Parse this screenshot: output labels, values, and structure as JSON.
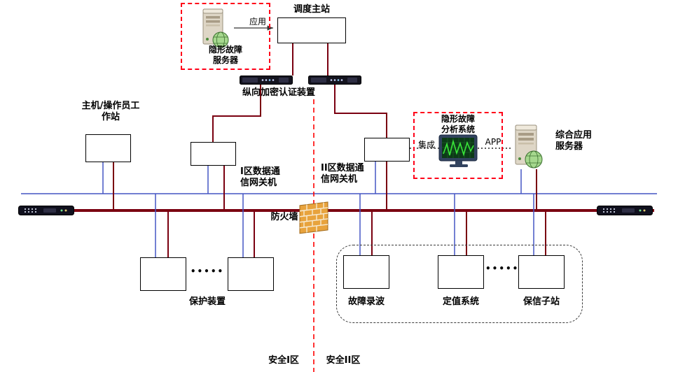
{
  "colors": {
    "bus_blue": "#4455c4",
    "bus_dark_red": "#7a0010",
    "zone_divider_red": "#ff0000",
    "dashed_frame_red": "#ff0018",
    "firewall_orange": "#e8a33d",
    "box_border": "#000000"
  },
  "icons": {
    "server": "tower-server-with-globe",
    "monitor": "monitor-with-green-waveform",
    "encryption_device": "dark-rack-device",
    "switch": "network-switch-bar",
    "firewall": "orange-brick-wall"
  },
  "nodes": {
    "dispatch": "调度主站",
    "hidden_fault_server": "隐形故障\n服务器",
    "app_arrow": "应用",
    "encryption": "纵向加密认证装置",
    "workstation": "主机/操作员工\n作站",
    "gateway_zone1": "I区数据通\n信网关机",
    "gateway_zone2": "II区数据通\n信网关机",
    "analysis_system": "隐形故障\n分析系统",
    "integration": "集成",
    "app": "APP",
    "app_server": "综合应用\n服务器",
    "firewall": "防火墙",
    "protection_device": "保护装置",
    "fault_recorder": "故障录波",
    "setting_system": "定值系统",
    "protection_substation": "保信子站",
    "zone1": "安全I区",
    "zone2": "安全II区",
    "ellipsis1": "•••••",
    "ellipsis2": "•••••"
  }
}
